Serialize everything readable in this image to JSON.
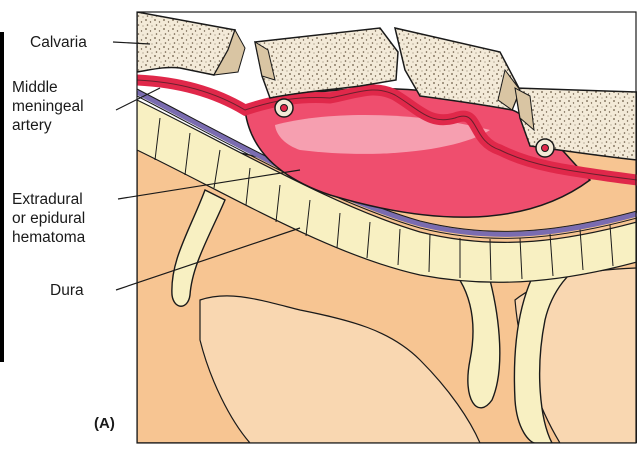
{
  "labels": {
    "calvaria": "Calvaria",
    "middle_meningeal_artery": [
      "Middle",
      "meningeal",
      "artery"
    ],
    "hematoma": [
      "Extradural",
      "or epidural",
      "hematoma"
    ],
    "dura": "Dura"
  },
  "panel_letter": "(A)",
  "colors": {
    "bone": "#f3ead8",
    "bone_speckle": "#6a5a45",
    "bone_edge": "#d9c5a3",
    "artery": "#e0284a",
    "hematoma": "#ef4e6e",
    "hematoma_highlight": "#f7b4c0",
    "dura": "#7a6cb0",
    "meninges": "#f8f0c2",
    "brain": "#f7c592",
    "outline": "#1a1a1a",
    "left_bar": "#000000"
  }
}
